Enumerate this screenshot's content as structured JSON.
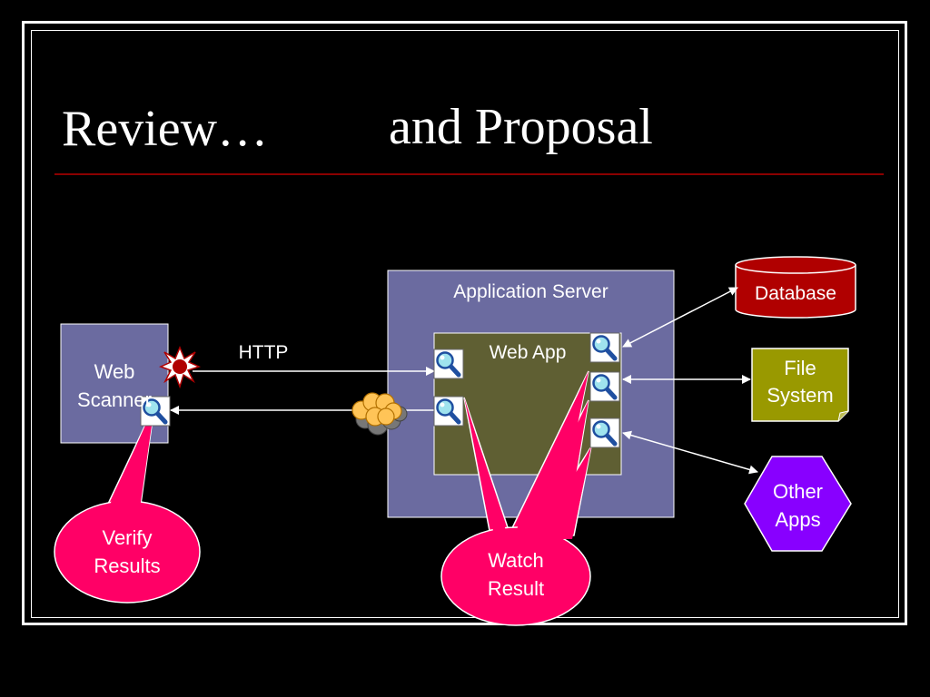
{
  "slide": {
    "title_part1": "Review…",
    "title_part2": "and Proposal"
  },
  "diagram": {
    "web_scanner": "Web Scanner",
    "application_server": "Application Server",
    "web_app": "Web App",
    "http": "HTTP",
    "database": "Database",
    "file_system_line1": "File",
    "file_system_line2": "System",
    "other_apps_line1": "Other",
    "other_apps_line2": "Apps",
    "verify_line1": "Verify",
    "verify_line2": "Results",
    "watch_line1": "Watch",
    "watch_line2": "Result"
  },
  "colors": {
    "background": "#000000",
    "scanner_box": "#6b6ba0",
    "app_server_box": "#6b6ba0",
    "web_app_box": "#5f5f33",
    "database": "#b00000",
    "file_system": "#999900",
    "other_apps": "#8800ff",
    "callout": "#ff0066",
    "title_rule": "#8b0000"
  },
  "icons": [
    "magnifier-icon",
    "explosion-icon",
    "cloud-icon"
  ]
}
